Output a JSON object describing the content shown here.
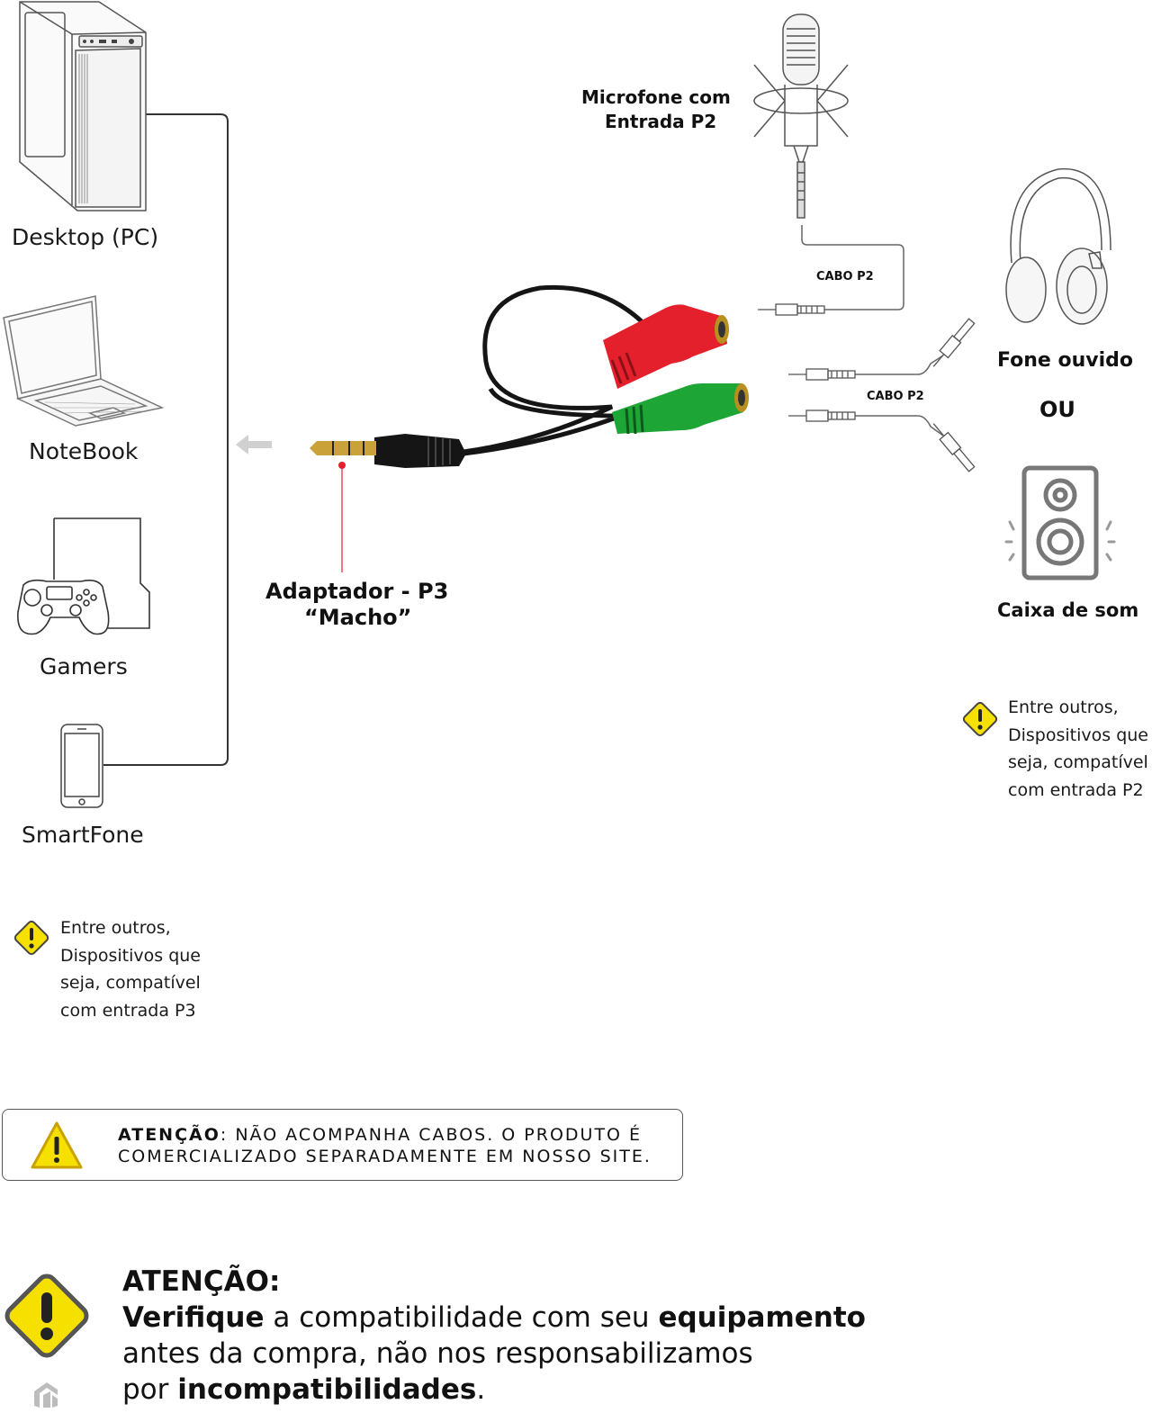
{
  "devices": {
    "desktop": "Desktop (PC)",
    "notebook": "NoteBook",
    "gamers": "Gamers",
    "smartphone": "SmartFone"
  },
  "adapter": {
    "line1": "Adaptador - P3",
    "line2": "“Macho”"
  },
  "microphone": {
    "line1": "Microfone com",
    "line2": "Entrada P2"
  },
  "headphone_label": "Fone ouvido",
  "or_label": "OU",
  "speaker_label": "Caixa de som",
  "cable_labels": {
    "mic": "CABO  P2",
    "output": "CABO  P2"
  },
  "note_left": {
    "lines": [
      "Entre outros,",
      "Dispositivos que",
      "seja, compatível",
      "com entrada  P3"
    ]
  },
  "note_right": {
    "lines": [
      "Entre outros,",
      "Dispositivos que",
      "seja, compatível",
      "com entrada  P2"
    ]
  },
  "warning_box": {
    "bold": "ATENÇÃO",
    "rest": ": NÃO ACOMPANHA CABOS. O PRODUTO É",
    "line2": "COMERCIALIZADO SEPARADAMENTE EM NOSSO SITE."
  },
  "bottom_warning": {
    "title": "ATENÇÃO:",
    "l2_bold1": "Verifique",
    "l2_mid": " a compatibilidade com seu ",
    "l2_bold2": "equipamento",
    "l3": "antes da compra, não nos responsabilizamos",
    "l4_pre": "por ",
    "l4_bold": "incompatibilidades",
    "l4_end": "."
  },
  "colors": {
    "red_plug": "#e3202b",
    "green_plug": "#1da535",
    "warn_yellow": "#f5e000",
    "accent_dot": "#e3202b"
  },
  "icons": [
    "desktop-pc-icon",
    "laptop-icon",
    "gamepad-icon",
    "smartphone-icon",
    "microphone-icon",
    "headphones-icon",
    "speaker-icon",
    "warning-icon",
    "arrow-left-icon"
  ]
}
